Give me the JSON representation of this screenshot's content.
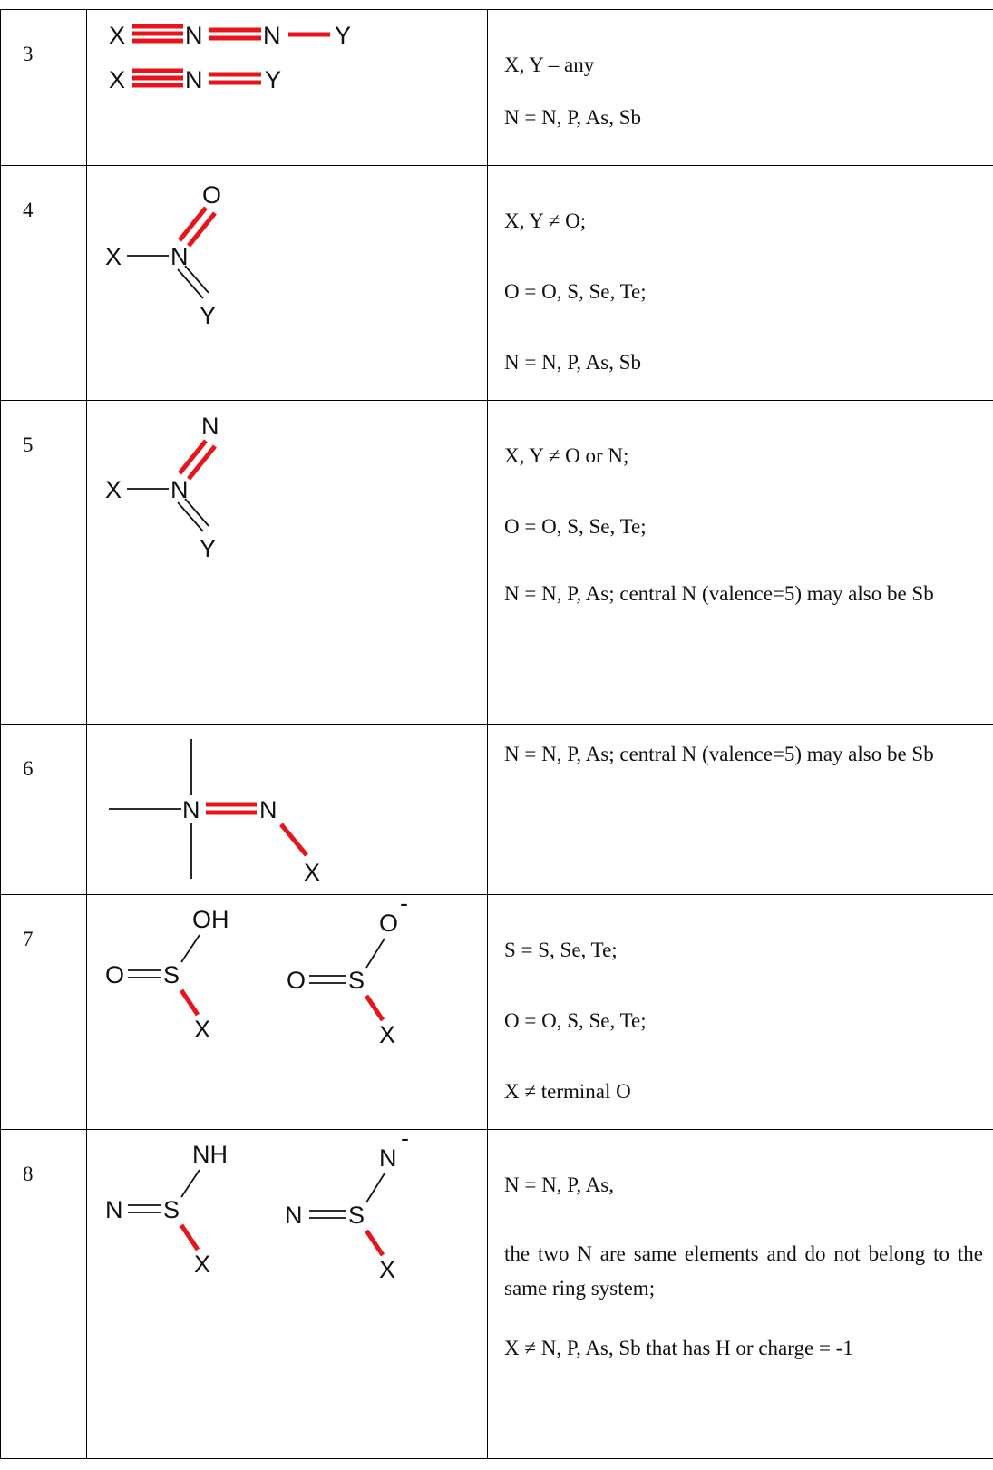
{
  "rows": [
    {
      "num": "3",
      "atoms": {
        "x1": "X",
        "n1": "N",
        "n2": "N",
        "y1": "Y",
        "x2": "X",
        "n3": "N",
        "y2": "Y"
      },
      "desc": [
        "X, Y – any",
        "N = N, P, As, Sb"
      ]
    },
    {
      "num": "4",
      "atoms": {
        "o": "O",
        "x": "X",
        "n": "N",
        "y": "Y"
      },
      "desc": [
        "X, Y ≠ O;",
        "O = O, S, Se, Te;",
        "N = N, P, As, Sb"
      ]
    },
    {
      "num": "5",
      "atoms": {
        "n_top": "N",
        "x": "X",
        "n": "N",
        "y": "Y"
      },
      "desc": [
        "X, Y ≠ O or N;",
        "O = O, S, Se, Te;",
        "N = N, P, As; central N (valence=5) may also be Sb"
      ]
    },
    {
      "num": "6",
      "atoms": {
        "n1": "N",
        "n2": "N",
        "x": "X"
      },
      "desc": [
        "N = N, P, As; central N (valence=5) may also be Sb"
      ]
    },
    {
      "num": "7",
      "atoms": {
        "oh": "OH",
        "o1": "O",
        "s1": "S",
        "x1": "X",
        "om": "O",
        "minus": "-",
        "o2": "O",
        "s2": "S",
        "x2": "X"
      },
      "desc": [
        "S = S, Se, Te;",
        "O = O, S, Se, Te;",
        "X ≠ terminal O"
      ]
    },
    {
      "num": "8",
      "atoms": {
        "nh": "NH",
        "n1": "N",
        "s1": "S",
        "x1": "X",
        "nm": "N",
        "minus": "-",
        "n2": "N",
        "s2": "S",
        "x2": "X"
      },
      "desc": [
        "N = N, P, As,",
        "the two N are same elements and do not belong to the same ring system;",
        "X ≠ N, P, As, Sb that has H or charge = -1"
      ]
    }
  ],
  "colors": {
    "highlight_bond": "#e8141b",
    "line": "#111111"
  }
}
